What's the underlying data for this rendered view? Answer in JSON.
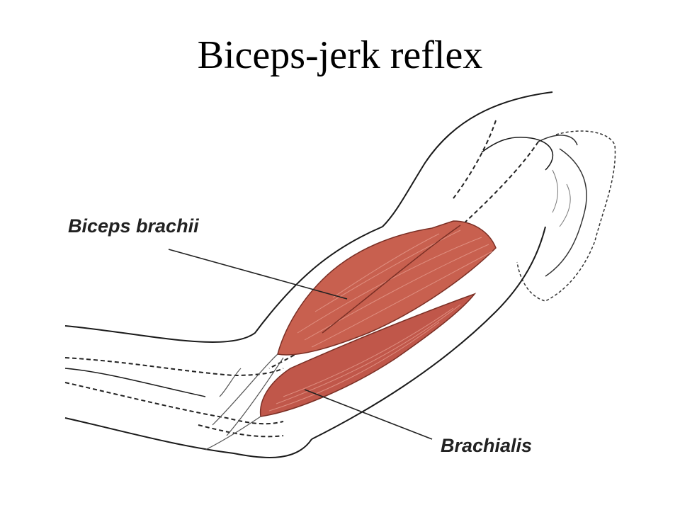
{
  "title": "Biceps-jerk reflex",
  "labels": {
    "biceps": "Biceps brachii",
    "brachialis": "Brachialis"
  },
  "colors": {
    "muscle": "#c8604f",
    "muscle_dark": "#a8473a",
    "outline": "#1a1a1a",
    "fiber": "#e59a8c"
  }
}
